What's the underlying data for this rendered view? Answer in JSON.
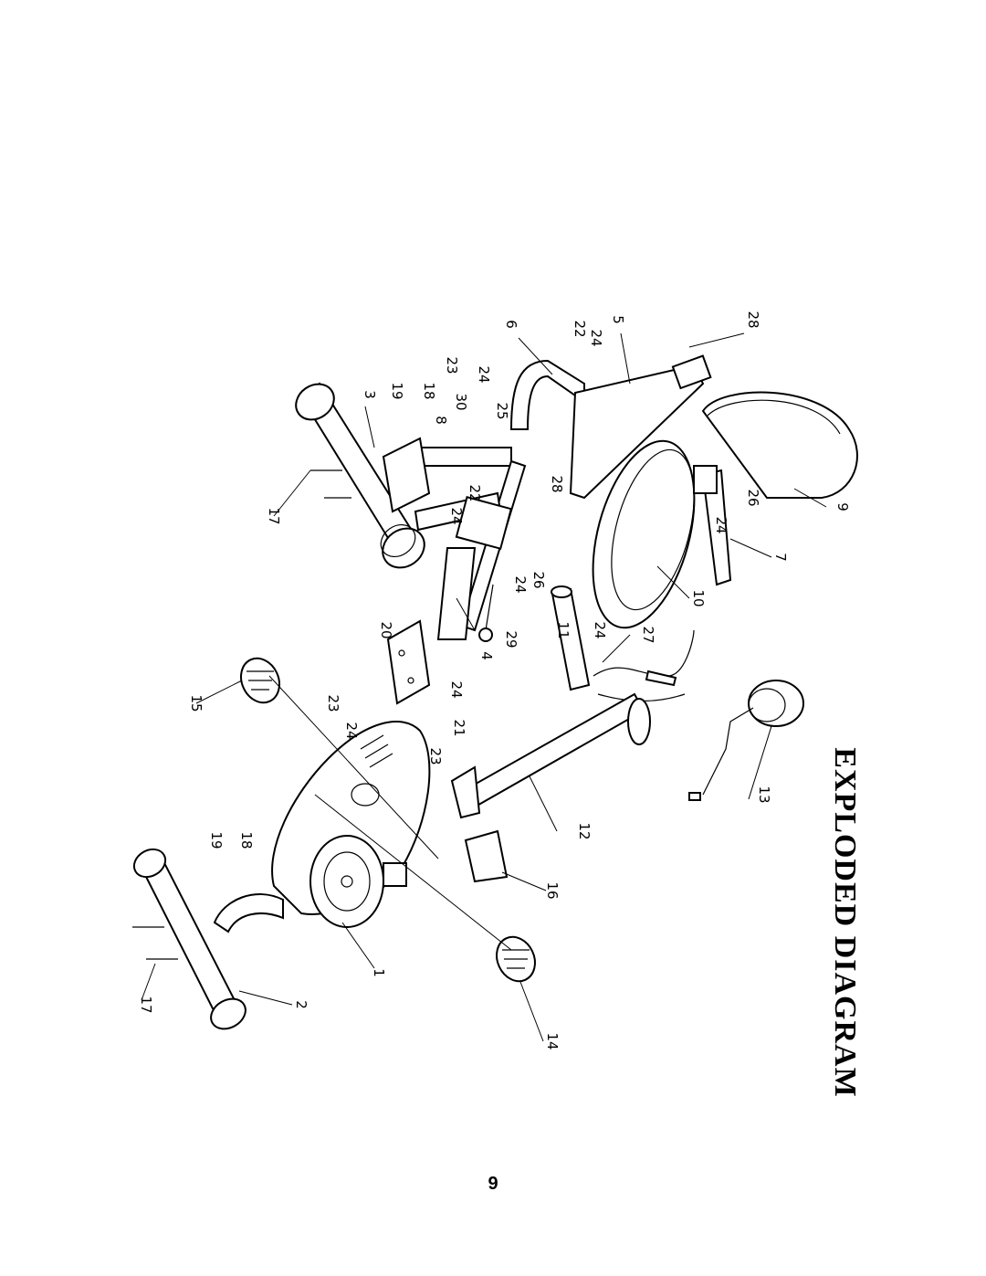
{
  "page": {
    "title": "EXPLODED DIAGRAM",
    "page_number": "9"
  },
  "callouts": [
    {
      "id": "c6",
      "label": "6"
    },
    {
      "id": "c22a",
      "label": "22"
    },
    {
      "id": "c24a",
      "label": "24"
    },
    {
      "id": "c5",
      "label": "5"
    },
    {
      "id": "c28a",
      "label": "28"
    },
    {
      "id": "c23a",
      "label": "23"
    },
    {
      "id": "c24b",
      "label": "24"
    },
    {
      "id": "c30",
      "label": "30"
    },
    {
      "id": "c8",
      "label": "8"
    },
    {
      "id": "c25",
      "label": "25"
    },
    {
      "id": "c3",
      "label": "3"
    },
    {
      "id": "c19a",
      "label": "19"
    },
    {
      "id": "c18a",
      "label": "18"
    },
    {
      "id": "c28b",
      "label": "28"
    },
    {
      "id": "c22b",
      "label": "22"
    },
    {
      "id": "c24c",
      "label": "24"
    },
    {
      "id": "c26a",
      "label": "26"
    },
    {
      "id": "c24d",
      "label": "24"
    },
    {
      "id": "c26b",
      "label": "26"
    },
    {
      "id": "c24e",
      "label": "24"
    },
    {
      "id": "c9",
      "label": "9"
    },
    {
      "id": "c7",
      "label": "7"
    },
    {
      "id": "c17a",
      "label": "17"
    },
    {
      "id": "c10",
      "label": "10"
    },
    {
      "id": "c20",
      "label": "20"
    },
    {
      "id": "c29",
      "label": "29"
    },
    {
      "id": "c4",
      "label": "4"
    },
    {
      "id": "c11",
      "label": "11"
    },
    {
      "id": "c24f",
      "label": "24"
    },
    {
      "id": "c27",
      "label": "27"
    },
    {
      "id": "c15",
      "label": "15"
    },
    {
      "id": "c23b",
      "label": "23"
    },
    {
      "id": "c24g",
      "label": "24"
    },
    {
      "id": "c21",
      "label": "21"
    },
    {
      "id": "c23c",
      "label": "23"
    },
    {
      "id": "c24h",
      "label": "24"
    },
    {
      "id": "c12",
      "label": "12"
    },
    {
      "id": "c13",
      "label": "13"
    },
    {
      "id": "c19b",
      "label": "19"
    },
    {
      "id": "c18b",
      "label": "18"
    },
    {
      "id": "c16",
      "label": "16"
    },
    {
      "id": "c1",
      "label": "1"
    },
    {
      "id": "c17b",
      "label": "17"
    },
    {
      "id": "c2",
      "label": "2"
    },
    {
      "id": "c14",
      "label": "14"
    }
  ]
}
